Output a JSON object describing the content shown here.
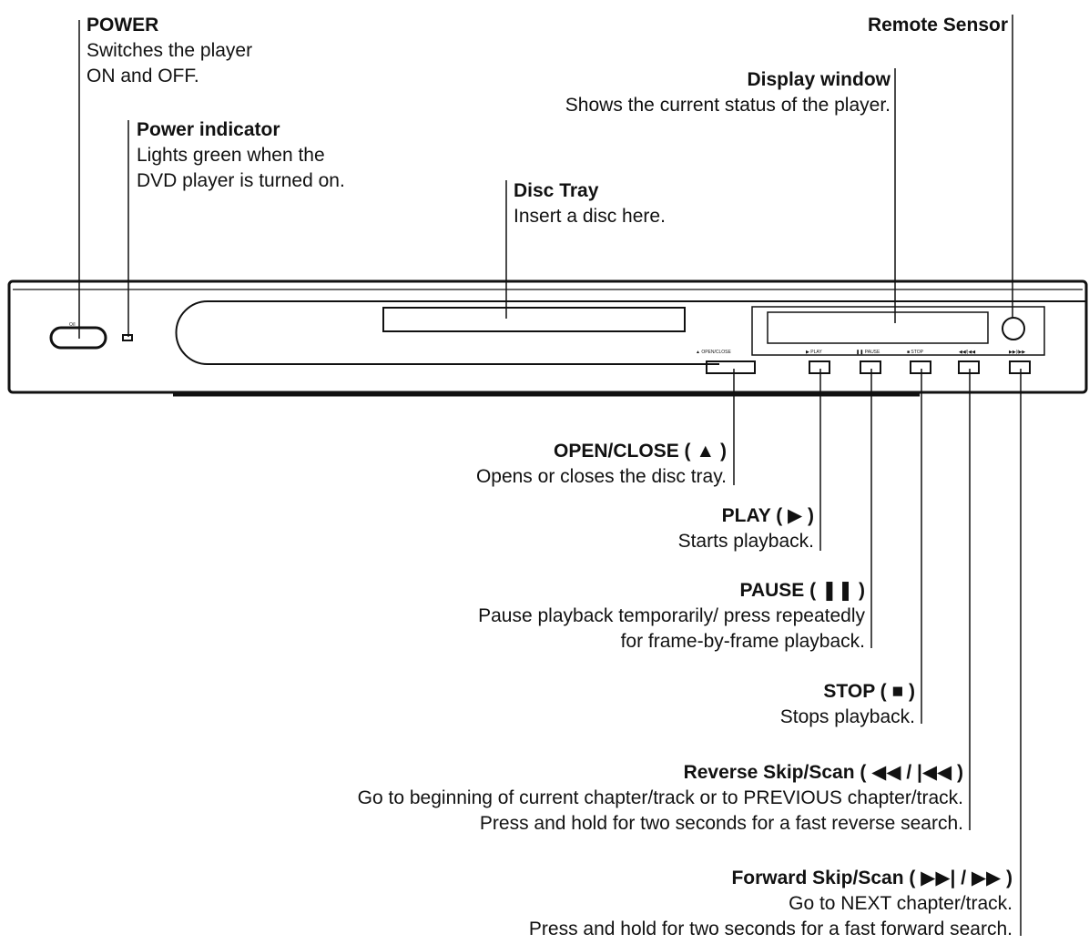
{
  "power": {
    "title": "POWER",
    "line1": "Switches the player",
    "line2": "ON and OFF."
  },
  "power_indicator": {
    "title": "Power indicator",
    "line1": "Lights green when the",
    "line2": "DVD player is turned on."
  },
  "disc_tray": {
    "title": "Disc Tray",
    "line1": "Insert a disc here."
  },
  "display_window": {
    "title": "Display window",
    "line1": "Shows the current status of the player."
  },
  "remote_sensor": {
    "title": "Remote Sensor"
  },
  "open_close": {
    "title": "OPEN/CLOSE ( ▲ )",
    "line1": "Opens or closes the disc tray."
  },
  "play": {
    "title": "PLAY ( ▶ )",
    "line1": "Starts playback."
  },
  "pause": {
    "title": "PAUSE ( ❚❚ )",
    "line1": "Pause playback temporarily/ press repeatedly",
    "line2": "for frame-by-frame playback."
  },
  "stop": {
    "title": "STOP ( ■ )",
    "line1": "Stops playback."
  },
  "reverse": {
    "title": "Reverse Skip/Scan ( ◀◀ / |◀◀ )",
    "line1": "Go to beginning of current chapter/track or to PREVIOUS chapter/track.",
    "line2": "Press and hold for two seconds for a fast reverse search."
  },
  "forward": {
    "title": "Forward Skip/Scan ( ▶▶| / ▶▶ )",
    "line1": "Go to NEXT chapter/track.",
    "line2": "Press and hold for two seconds for a fast forward search."
  },
  "panel": {
    "power_button_label": "O/I",
    "open_close_label": "▲ OPEN/CLOSE",
    "play_label": "▶ PLAY",
    "pause_label": "❚❚ PAUSE",
    "stop_label": "■ STOP",
    "reverse_label": "◀◀/|◀◀",
    "forward_label": "▶▶|/▶▶"
  }
}
